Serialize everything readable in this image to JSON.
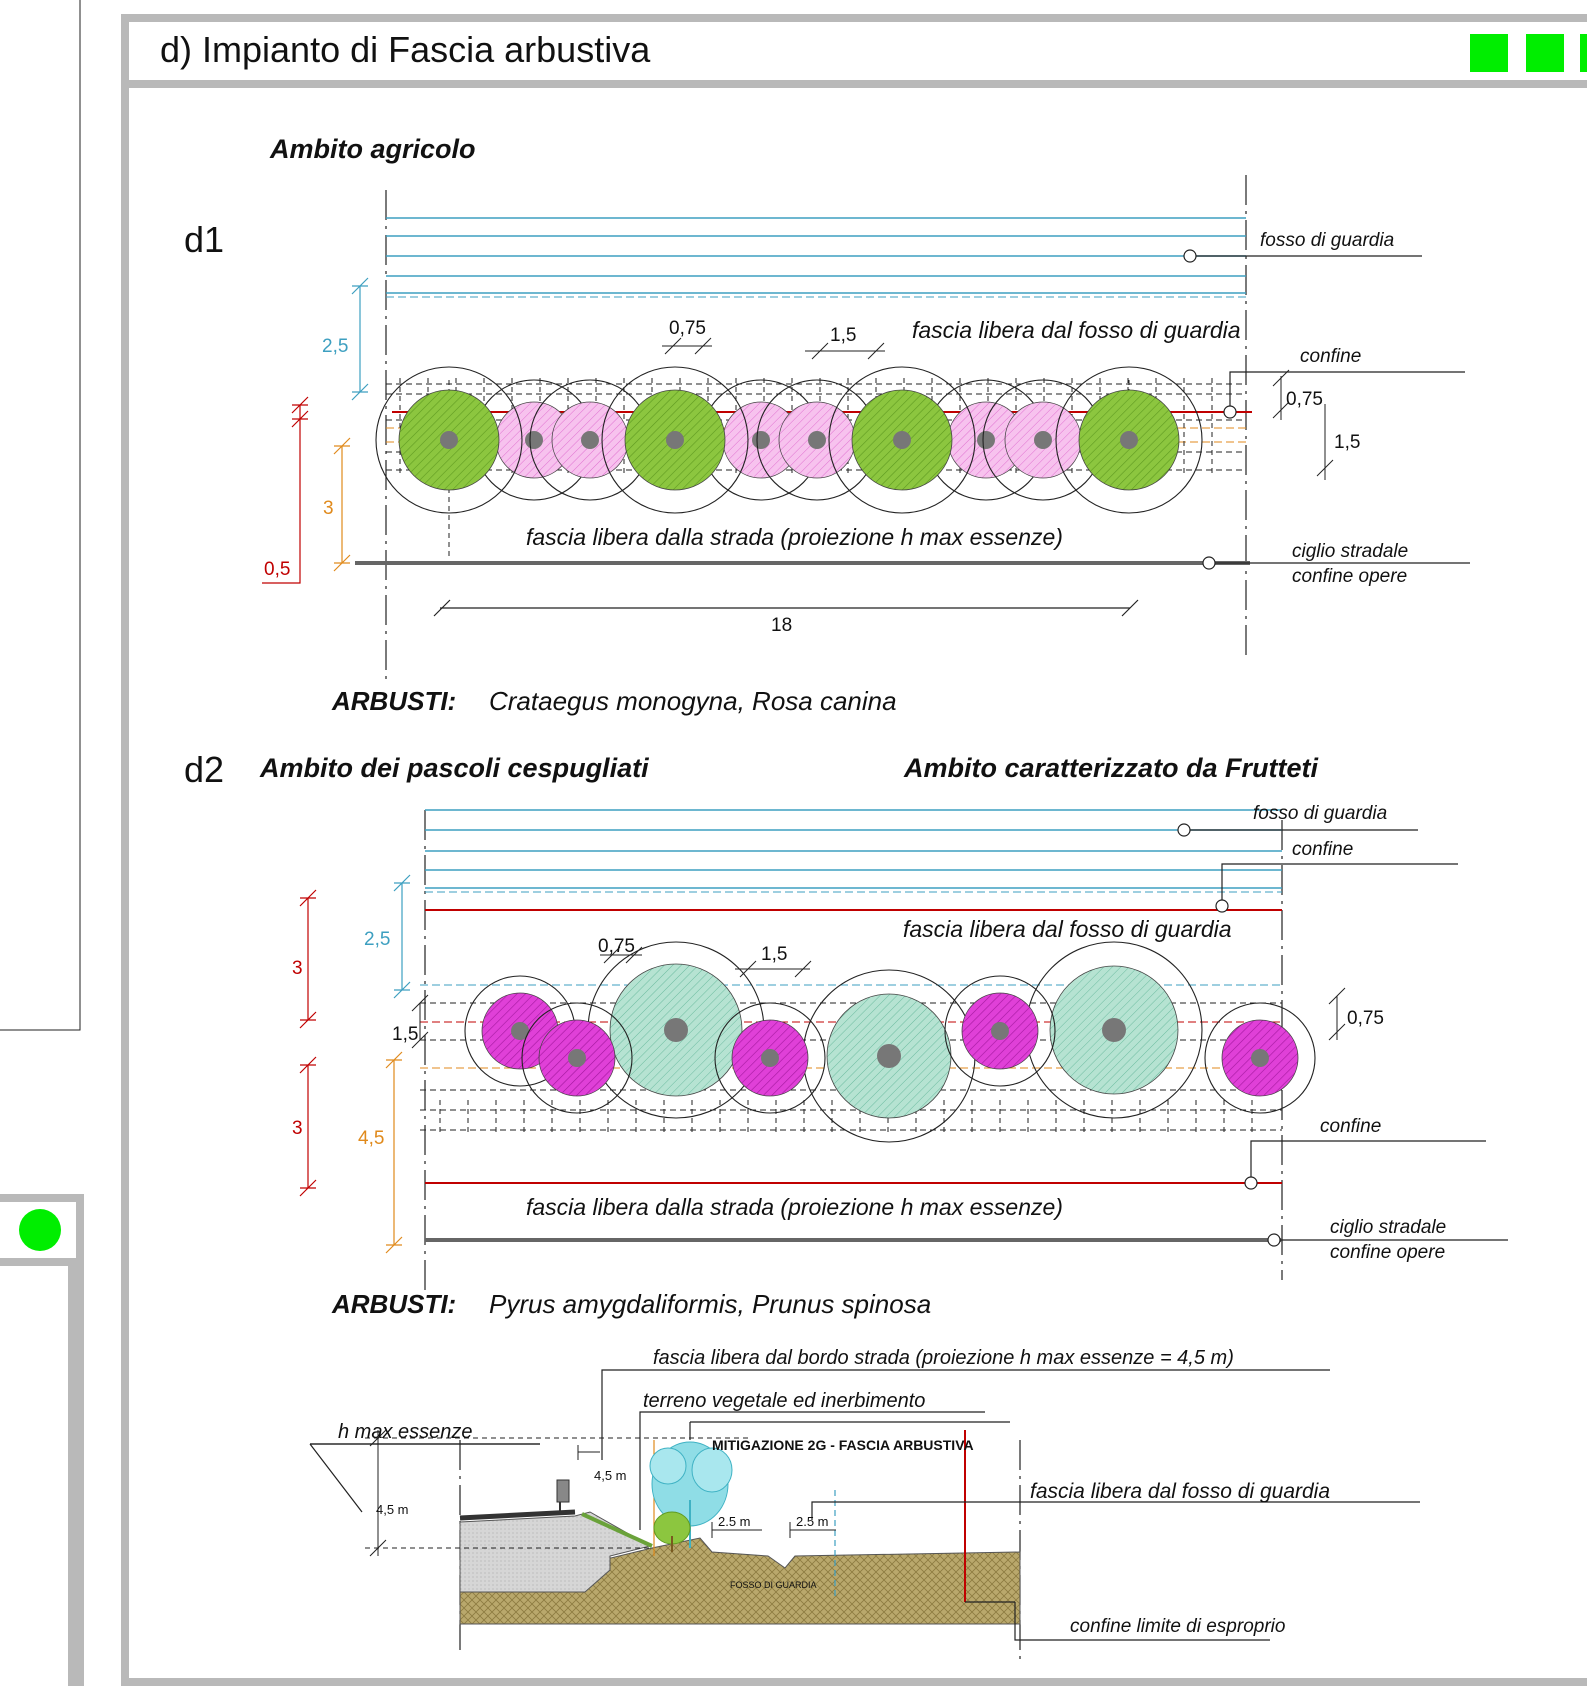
{
  "header": {
    "title": "d) Impianto di Fascia arbustiva"
  },
  "colors": {
    "frame_gray": "#b9b9b9",
    "accent_green": "#00ee00",
    "ditch_blue": "#3d9fc0",
    "boundary_red": "#c00000",
    "orange": "#e08a1c",
    "shrub_green": "#8cc63f",
    "shrub_pink": "#f4a6e8",
    "shrub_magenta": "#e040d8",
    "shrub_teal": "#a8dcc8",
    "soil": "#b5a26a"
  },
  "d1": {
    "label": "d1",
    "ambito": "Ambito agricolo",
    "fosso": "fosso di guardia",
    "fascia_fosso": "fascia libera dal fosso di guardia",
    "confine": "confine",
    "fascia_strada": "fascia libera dalla strada (proiezione h max essenze)",
    "ciglio": "ciglio stradale",
    "confine_opere": "confine opere",
    "dim_2_5": "2,5",
    "dim_3": "3",
    "dim_0_5": "0,5",
    "dim_0_75_top": "0,75",
    "dim_1_5_top": "1,5",
    "dim_0_75_right": "0,75",
    "dim_1_5_right": "1,5",
    "dim_18": "18",
    "arbusti_label": "ARBUSTI:",
    "arbusti_species": "Crataegus monogyna, Rosa canina"
  },
  "d2": {
    "label": "d2",
    "ambito_left": "Ambito dei pascoli cespugliati",
    "ambito_right": "Ambito caratterizzato da Frutteti",
    "fosso": "fosso di guardia",
    "confine_top": "confine",
    "fascia_fosso": "fascia libera dal fosso di guardia",
    "confine_bottom": "confine",
    "fascia_strada": "fascia libera dalla strada (proiezione h max essenze)",
    "ciglio": "ciglio stradale",
    "confine_opere": "confine opere",
    "dim_2_5": "2,5",
    "dim_3_top": "3",
    "dim_3_bottom": "3",
    "dim_1_5": "1,5",
    "dim_4_5": "4,5",
    "dim_0_75_top": "0,75",
    "dim_1_5_top": "1,5",
    "dim_0_75_right": "0,75",
    "arbusti_label": "ARBUSTI:",
    "arbusti_species": "Pyrus amygdaliformis, Prunus spinosa"
  },
  "section": {
    "fascia_bordo": "fascia libera dal bordo strada (proiezione h max essenze = 4,5 m)",
    "terreno": "terreno vegetale ed inerbimento",
    "h_max": "h max essenze",
    "mitigazione": "MITIGAZIONE 2G - FASCIA ARBUSTIVA",
    "fascia_fosso": "fascia libera dal fosso di guardia",
    "dim_4_5_m_a": "4,5 m",
    "dim_4_5_m_b": "4,5 m",
    "dim_2_5_m_a": "2.5 m",
    "dim_2_5_m_b": "2.5 m",
    "fosso_label": "FOSSO DI GUARDIA",
    "confine_esproprio": "confine limite di esproprio"
  }
}
